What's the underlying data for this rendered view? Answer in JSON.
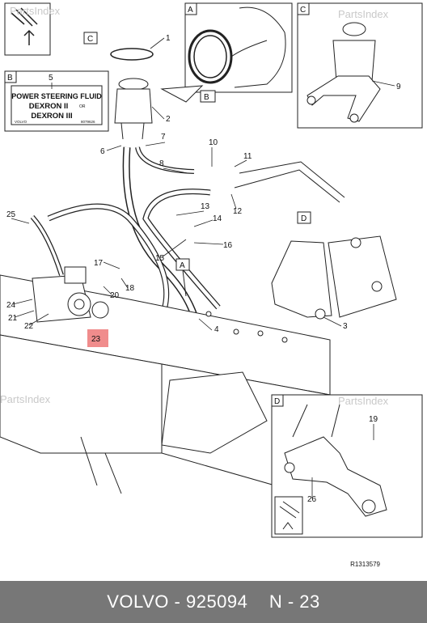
{
  "watermark": "PartsIndex",
  "reservoir_label": {
    "line1": "POWER STEERING FLUID",
    "line2": "DEXRON II",
    "or": "OR",
    "line3": "DEXRON III",
    "brand": "VOLVO",
    "part_no": "8079626"
  },
  "detail_boxes": [
    "A",
    "B",
    "C",
    "D"
  ],
  "callouts": [
    "1",
    "2",
    "3",
    "4",
    "5",
    "6",
    "7",
    "8",
    "9",
    "10",
    "11",
    "12",
    "13",
    "14",
    "15",
    "16",
    "17",
    "18",
    "19",
    "20",
    "21",
    "22",
    "23",
    "24",
    "25",
    "26"
  ],
  "highlighted_callout": "23",
  "highlight_color": "#f08c8c",
  "reference_code": "R1313579",
  "footer": {
    "brand": "VOLVO",
    "separator": " - ",
    "part_number": "925094",
    "position_prefix": "N - ",
    "position": "23"
  }
}
